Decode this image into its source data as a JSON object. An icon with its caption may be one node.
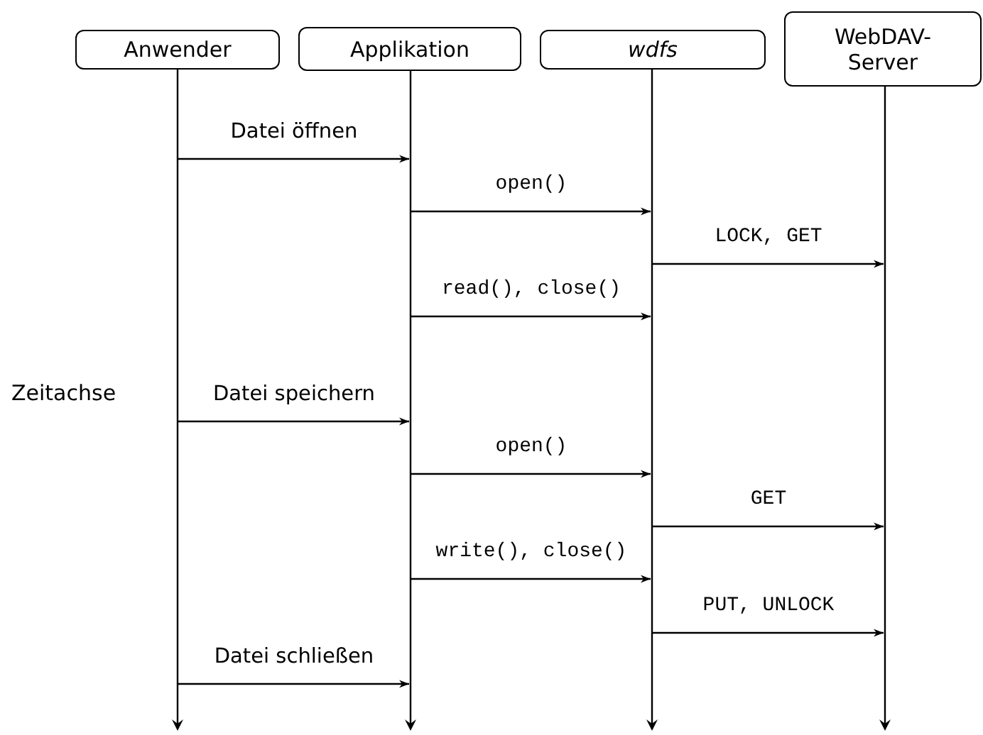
{
  "diagram": {
    "nodes": [
      {
        "text": [
          "Anwender"
        ]
      },
      {
        "text": [
          "Applikation"
        ]
      },
      {
        "text": [
          "wdfs"
        ]
      },
      {
        "text": [
          "WebDAV-Server"
        ]
      }
    ],
    "edges": [
      {
        "from": 0,
        "to": 1,
        "arrow": "to",
        "label": "Datei öffnen"
      },
      {
        "from": 1,
        "to": 2,
        "arrow": "to",
        "label": "open()"
      },
      {
        "from": 2,
        "to": 3,
        "arrow": "to",
        "label": "LOCK, GET"
      },
      {
        "from": 1,
        "to": 2,
        "arrow": "to",
        "label": "read(), close()"
      },
      {
        "from": 0,
        "to": 1,
        "arrow": "to",
        "label": "Datei speichern"
      },
      {
        "from": 1,
        "to": 2,
        "arrow": "to",
        "label": "open()"
      },
      {
        "from": 2,
        "to": 3,
        "arrow": "to",
        "label": "GET"
      },
      {
        "from": 1,
        "to": 2,
        "arrow": "to",
        "label": "write(), close()"
      },
      {
        "from": 2,
        "to": 3,
        "arrow": "to",
        "label": "PUT, UNLOCK"
      },
      {
        "from": 0,
        "to": 1,
        "arrow": "to",
        "label": "Datei schließen"
      }
    ],
    "labels": [
      "Zeitachse"
    ]
  }
}
